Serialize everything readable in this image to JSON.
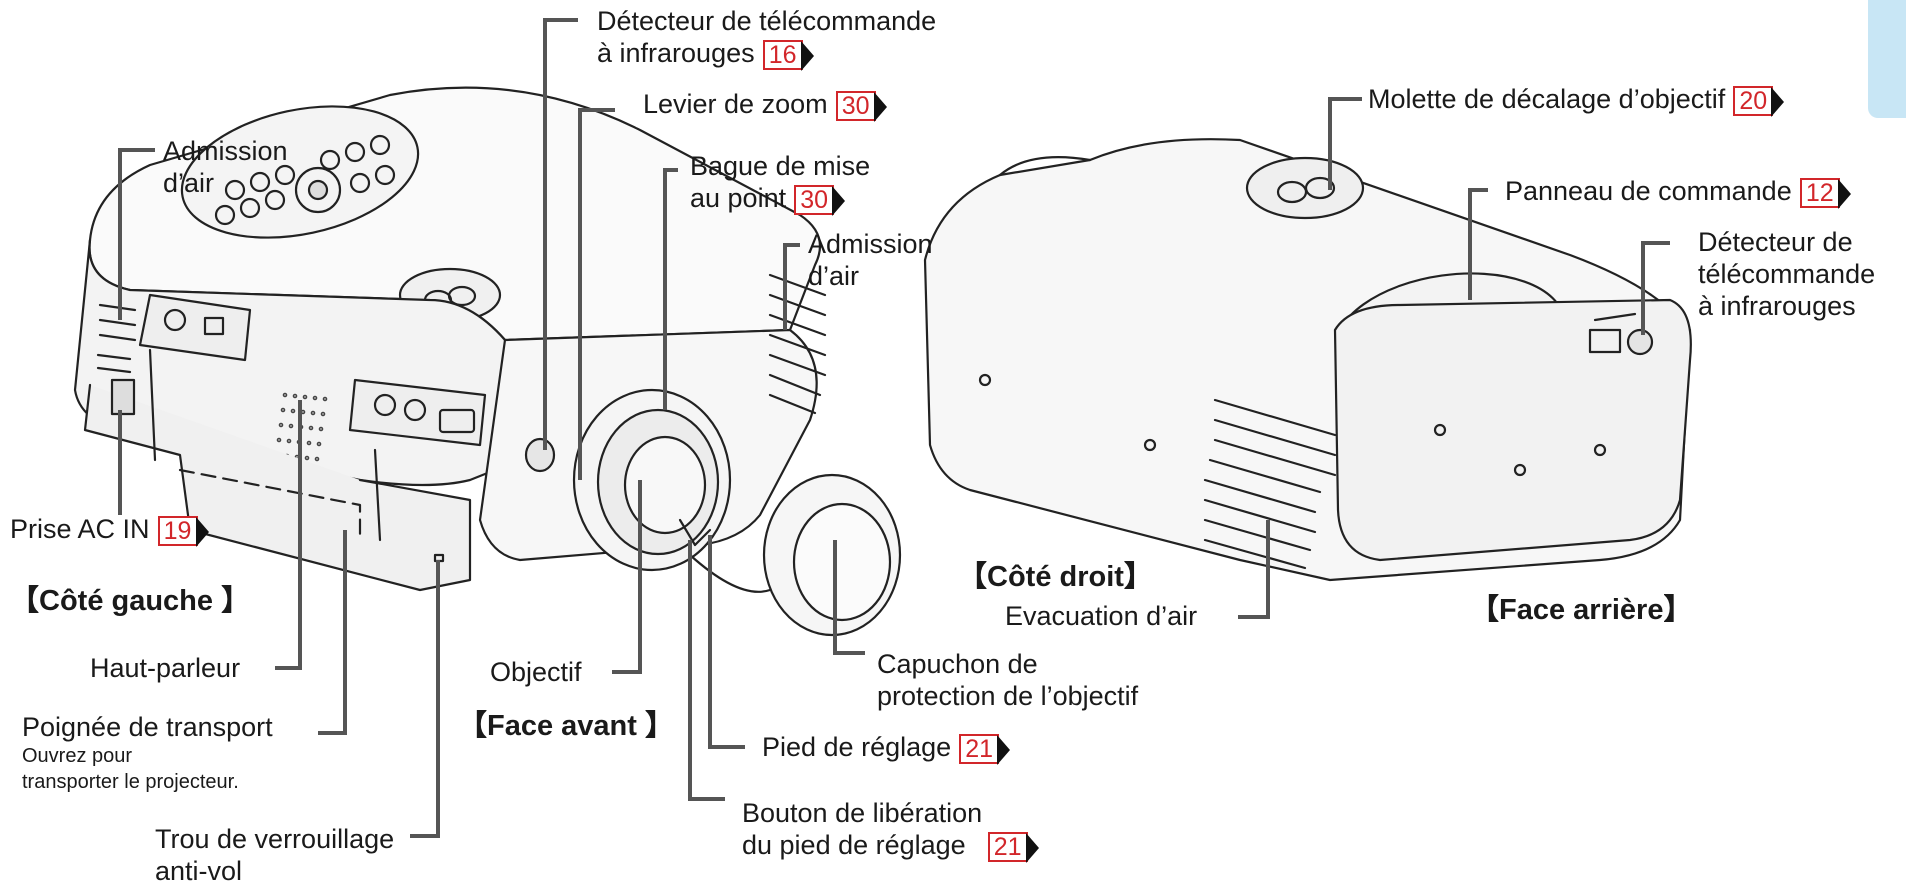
{
  "colors": {
    "reference_badge": "#d2262a",
    "corner_tab": "#c8e6f5",
    "leader_line": "#555555"
  },
  "icons": {
    "page_reference": "arrow-right-icon"
  },
  "views": {
    "left_side": "【Côté gauche 】",
    "front": "【Face avant 】",
    "right_side": "【Côté droit】",
    "rear": "【Face arrière】"
  },
  "labels": {
    "ir_detector_front": {
      "line1": "Détecteur de télécommande",
      "line2": "à infrarouges",
      "ref": "16"
    },
    "zoom_lever": {
      "text": "Levier de zoom",
      "ref": "30"
    },
    "focus_ring": {
      "line1": "Bague de mise",
      "line2": "au point",
      "ref": "30"
    },
    "air_intake_left": {
      "line1": "Admission",
      "line2": "d’air"
    },
    "air_intake_front": {
      "line1": "Admission",
      "line2": "d’air"
    },
    "ac_in": {
      "text": "Prise AC IN",
      "ref": "19"
    },
    "speaker": {
      "text": "Haut-parleur"
    },
    "carry_handle": {
      "text": "Poignée de transport",
      "note1": "Ouvrez pour",
      "note2": "transporter le projecteur."
    },
    "lock_hole": {
      "line1": "Trou de verrouillage",
      "line2": "anti-vol"
    },
    "lens": {
      "text": "Objectif"
    },
    "lens_cap": {
      "line1": "Capuchon de",
      "line2": "protection de l’objectif"
    },
    "adjust_foot": {
      "text": "Pied de réglage",
      "ref": "21"
    },
    "foot_release": {
      "line1": "Bouton de libération",
      "line2": "du pied de réglage",
      "ref": "21"
    },
    "lens_shift": {
      "text": "Molette de décalage d’objectif",
      "ref": "20"
    },
    "control_panel": {
      "text": "Panneau de commande",
      "ref": "12"
    },
    "ir_detector_rear": {
      "line1": "Détecteur de",
      "line2": "télécommande",
      "line3": "à infrarouges"
    },
    "exhaust": {
      "text": "Evacuation d’air"
    }
  }
}
